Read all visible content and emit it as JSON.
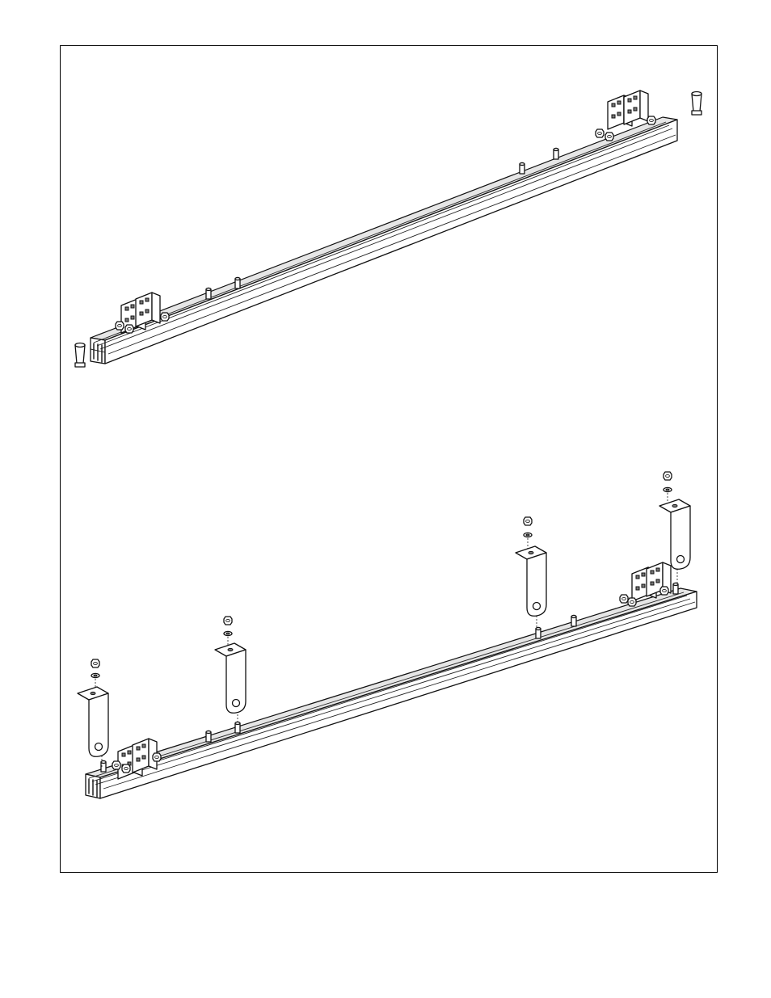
{
  "page": {
    "background": "#ffffff",
    "line_color": "#111111"
  },
  "figures": [
    {
      "id": "step-assembly-rail",
      "parts": [
        "rail",
        "mounting-bracket",
        "end-cap",
        "stud"
      ]
    },
    {
      "id": "step-assembly-with-hangers",
      "parts": [
        "rail",
        "mounting-bracket",
        "hanger-bracket",
        "nut",
        "washer",
        "stud"
      ]
    }
  ]
}
